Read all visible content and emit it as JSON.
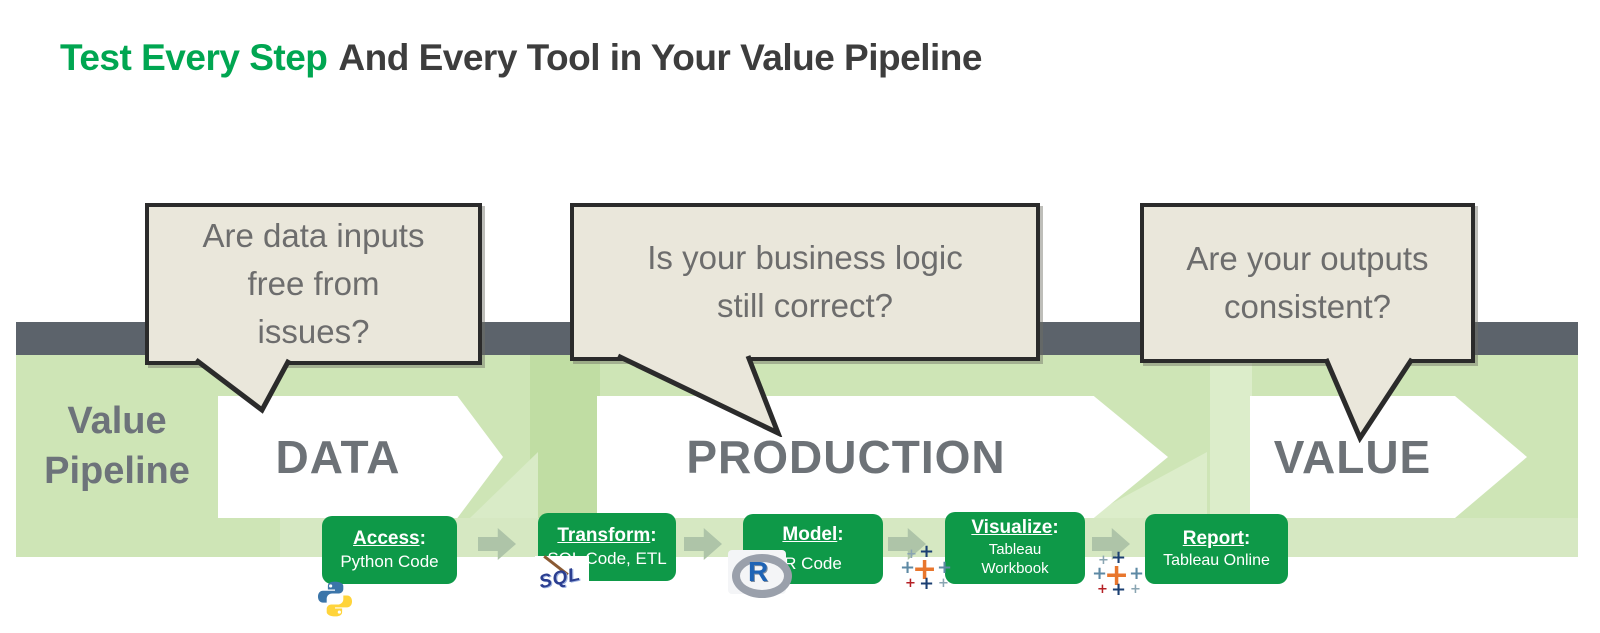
{
  "title": {
    "highlight": "Test Every Step",
    "rest": "And Every Tool in Your Value Pipeline"
  },
  "punct": {
    "colon": ":"
  },
  "pipeline": {
    "label_line1": "Value",
    "label_line2": "Pipeline",
    "stages": [
      {
        "name": "DATA"
      },
      {
        "name": "PRODUCTION"
      },
      {
        "name": "VALUE"
      }
    ]
  },
  "bubbles": [
    {
      "lines": [
        "Are data inputs",
        "free from",
        "issues?"
      ]
    },
    {
      "lines": [
        "Is your business logic",
        "still correct?"
      ]
    },
    {
      "lines": [
        "Are your outputs",
        "consistent?"
      ]
    }
  ],
  "tools": [
    {
      "step": "Access",
      "detail": "Python Code",
      "icon": "python-icon"
    },
    {
      "step": "Transform",
      "detail": "SQL Code, ETL",
      "icon": "sql-icon"
    },
    {
      "step": "Model",
      "detail": "R Code",
      "icon": "r-icon"
    },
    {
      "step": "Visualize",
      "detail": "Tableau Workbook",
      "icon": "tableau-icon"
    },
    {
      "step": "Report",
      "detail": "Tableau Online",
      "icon": "tableau-icon"
    }
  ],
  "icons": {
    "sql_text": "SQL",
    "r_text": "R",
    "plus": "+"
  },
  "colors": {
    "accent_green": "#00a651",
    "title_gray": "#3d3d3d",
    "bar_gray": "#5c636b",
    "panel_green": "#cee5b6",
    "tool_green": "#0e9948",
    "bubble_bg": "#eae7db",
    "bubble_border": "#2b2b2b",
    "stage_text": "#6d7277",
    "arrow_sage": "#aec4a8"
  }
}
